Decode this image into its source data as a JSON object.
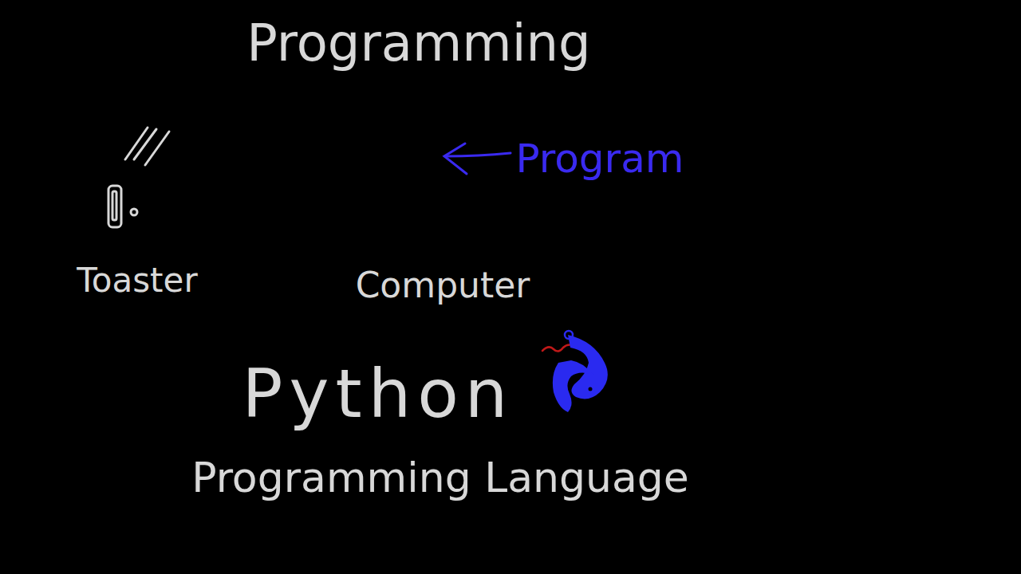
{
  "diagram": {
    "title": "Programming",
    "labels": [
      "Program",
      "Toaster",
      "Computer",
      "Python",
      "Programming Language"
    ]
  }
}
